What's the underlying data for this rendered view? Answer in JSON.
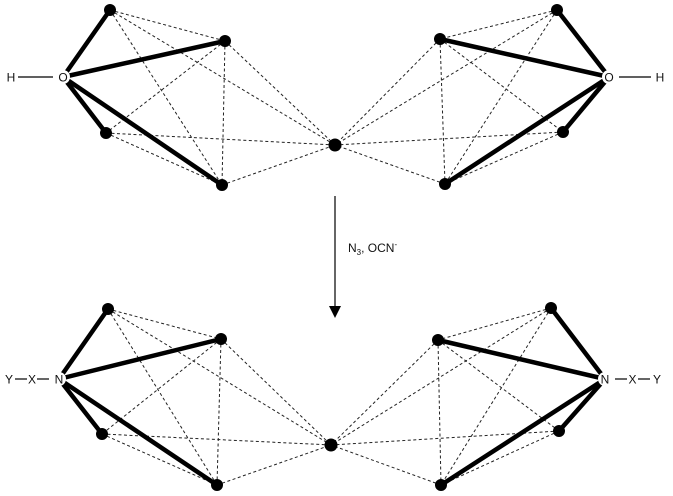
{
  "reaction": {
    "reagents_main": "N",
    "reagents_sub": "3",
    "reagents_rest": ", OCN",
    "reagents_sup": "-"
  },
  "top": {
    "left_h": "H",
    "left_o": "O",
    "right_o": "O",
    "right_h": "H"
  },
  "bottom": {
    "left_y": "Y",
    "left_x": "X",
    "left_n": "N",
    "right_n": "N",
    "right_x": "X",
    "right_y": "Y"
  },
  "colors": {
    "ink": "#000000",
    "background": "#ffffff"
  }
}
